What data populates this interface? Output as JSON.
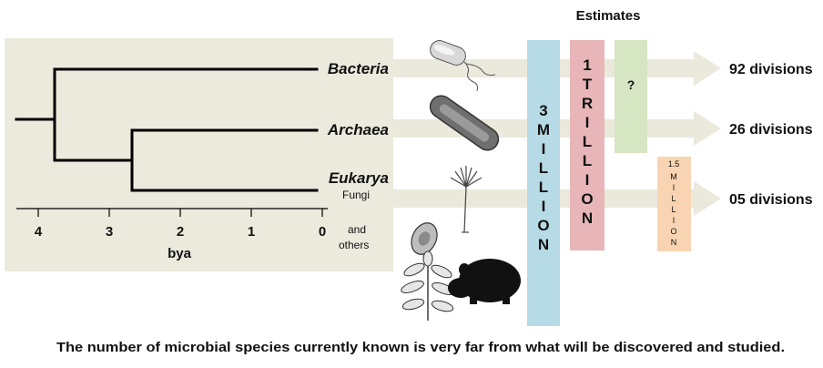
{
  "heading": "Estimates",
  "tree": {
    "taxa": [
      "Bacteria",
      "Archaea",
      "Eukarya"
    ],
    "eukarya_sub": [
      "Fungi",
      "and",
      "others"
    ],
    "axis_ticks": [
      "4",
      "3",
      "2",
      "1",
      "0"
    ],
    "axis_unit": "bya"
  },
  "estimates": {
    "bar_a_text": "3MILLION",
    "bar_b_text": "1TRILLION",
    "bar_c_text": "?",
    "bar_d_top": "1.5",
    "bar_d_text": "MILLION"
  },
  "divisions": [
    "92 divisions",
    "26 divisions",
    "05 divisions"
  ],
  "caption": "The number of microbial species currently known is very far from what will be discovered and studied.",
  "colors": {
    "panel": "#ece9dd",
    "arrow": "#ebe8dc",
    "bar_million": "#b6dbe6",
    "bar_trillion": "#e8b6b8",
    "bar_question": "#d6e5c2",
    "bar_small": "#f9d4b2"
  },
  "icons": [
    "bacterium-icon",
    "archaea-rod-icon",
    "fungus-icon",
    "protist-icon",
    "plant-icon",
    "rodent-icon"
  ]
}
